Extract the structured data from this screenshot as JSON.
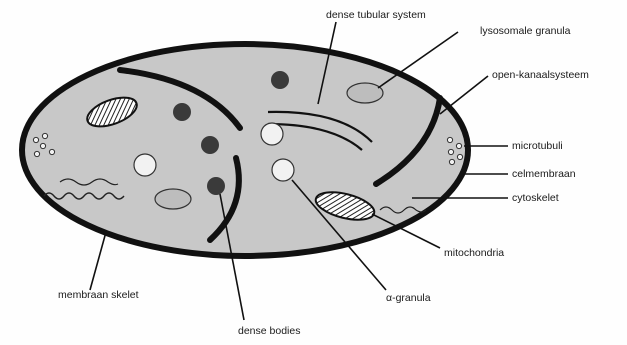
{
  "labels": {
    "dense_tubular_system": "dense tubular system",
    "lysosomale_granula": "lysosomale granula",
    "open_kanaalsysteem": "open-kanaalsysteem",
    "microtubuli": "microtubuli",
    "celmembraan": "celmembraan",
    "cytoskelet": "cytoskelet",
    "mitochondria": "mitochondria",
    "alpha_granula": "α-granula",
    "dense_bodies": "dense bodies",
    "membraan_skelet": "membraan skelet"
  },
  "colors": {
    "cytoplasm": "#c8c8c8",
    "outline": "#111111",
    "dense_body": "#3a3a3a",
    "alpha_granule": "#f2f2f2",
    "lysosome": "#bdbdbd",
    "background": "#fefefe"
  }
}
